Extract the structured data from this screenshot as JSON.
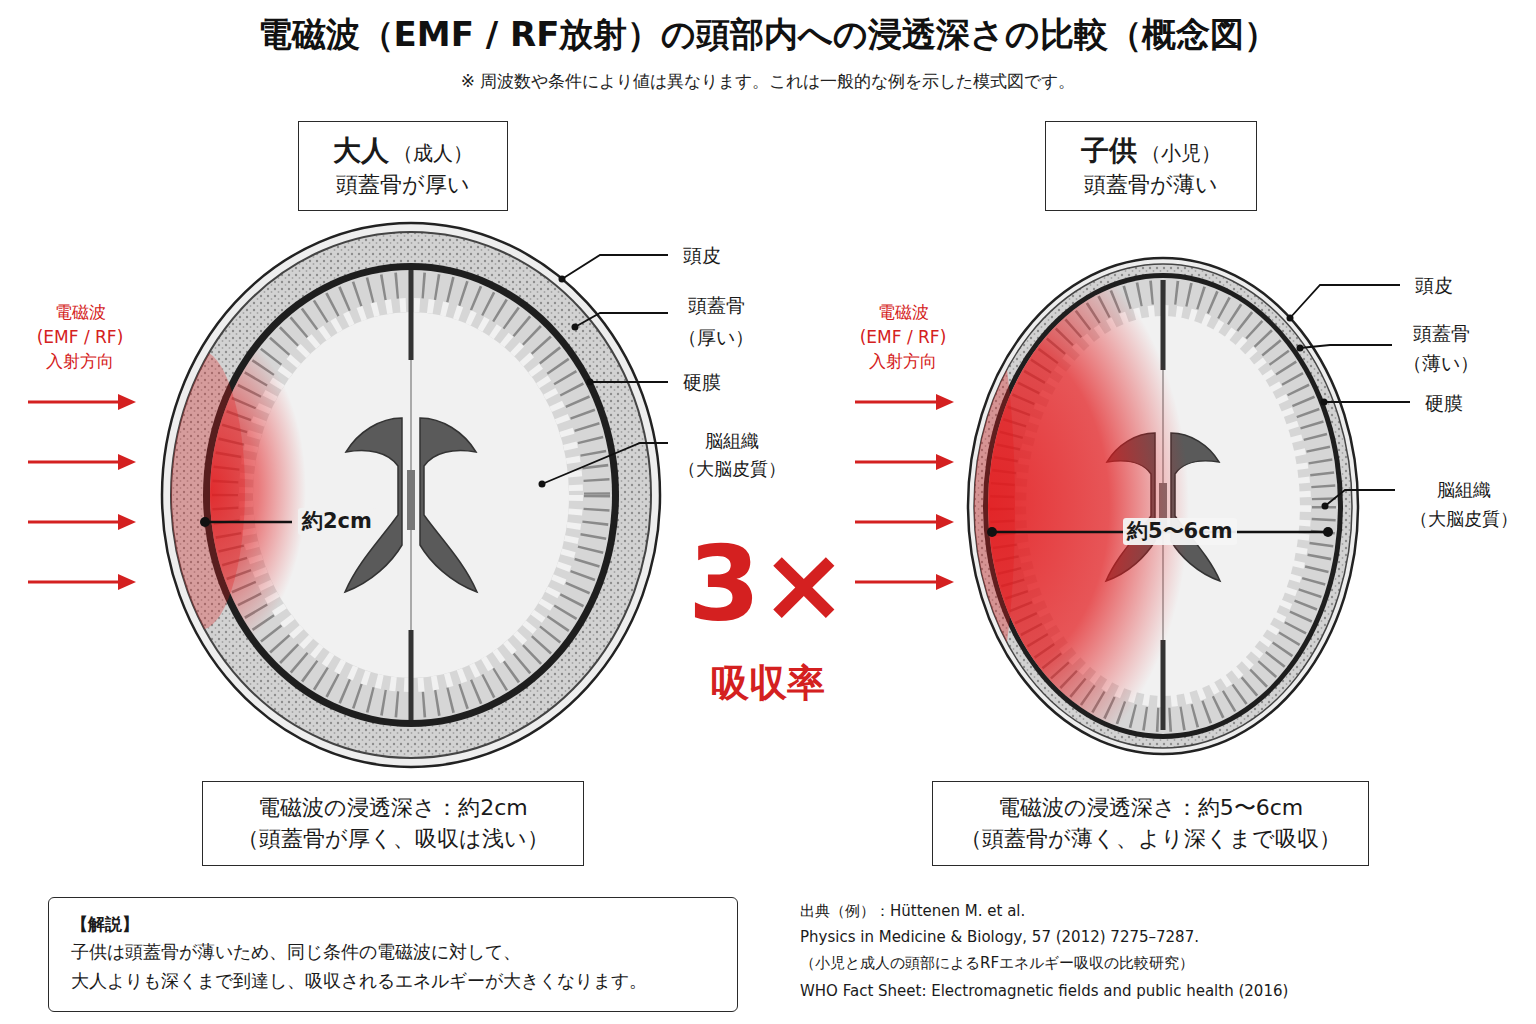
{
  "diagram": {
    "title": "電磁波（EMF / RF放射）の頭部内への浸透深さの比較（概念図）",
    "caption": "※ 周波数や条件により値は異なります。これは一般的な例を示した模式図です。",
    "nodes": [
      {
        "text": [
          "大人",
          "（成人）",
          "頭蓋骨が厚い"
        ]
      },
      {
        "text": [
          "子供",
          "（小児）",
          "頭蓋骨が薄い"
        ]
      },
      {
        "text": [
          "電磁波の浸透深さ：約2cm",
          "（頭蓋骨が厚く、吸収は浅い）"
        ]
      },
      {
        "text": [
          "電磁波の浸透深さ：約5〜6cm",
          "（頭蓋骨が薄く、より深くまで吸収）"
        ]
      },
      {
        "text": [
          "【解説】",
          "子供は頭蓋骨が薄いため、同じ条件の電磁波に対して、 大人よりも深くまで到達し、吸収されるエネルギーが大きくなります。"
        ]
      }
    ],
    "labels": [
      "電磁波 (EMF / RF) 入射方向",
      "頭皮",
      "頭蓋骨 （厚い）",
      "硬膜",
      "脳組織 （大脳皮質）",
      "約2cm",
      "3×",
      "吸収率",
      "電磁波 (EMF / RF) 入射方向",
      "頭皮",
      "頭蓋骨 （薄い）",
      "硬膜",
      "脳組織 （大脳皮質）",
      "約5〜6cm",
      "出典（例）：Hüttenen M. et al.",
      "Physics in Medicine & Biology, 57 (2012) 7275–7287.",
      "（小児と成人の頭部によるRFエネルギー吸収の比較研究）",
      "WHO Fact Sheet: Electromagnetic fields and public health (2016)"
    ]
  }
}
